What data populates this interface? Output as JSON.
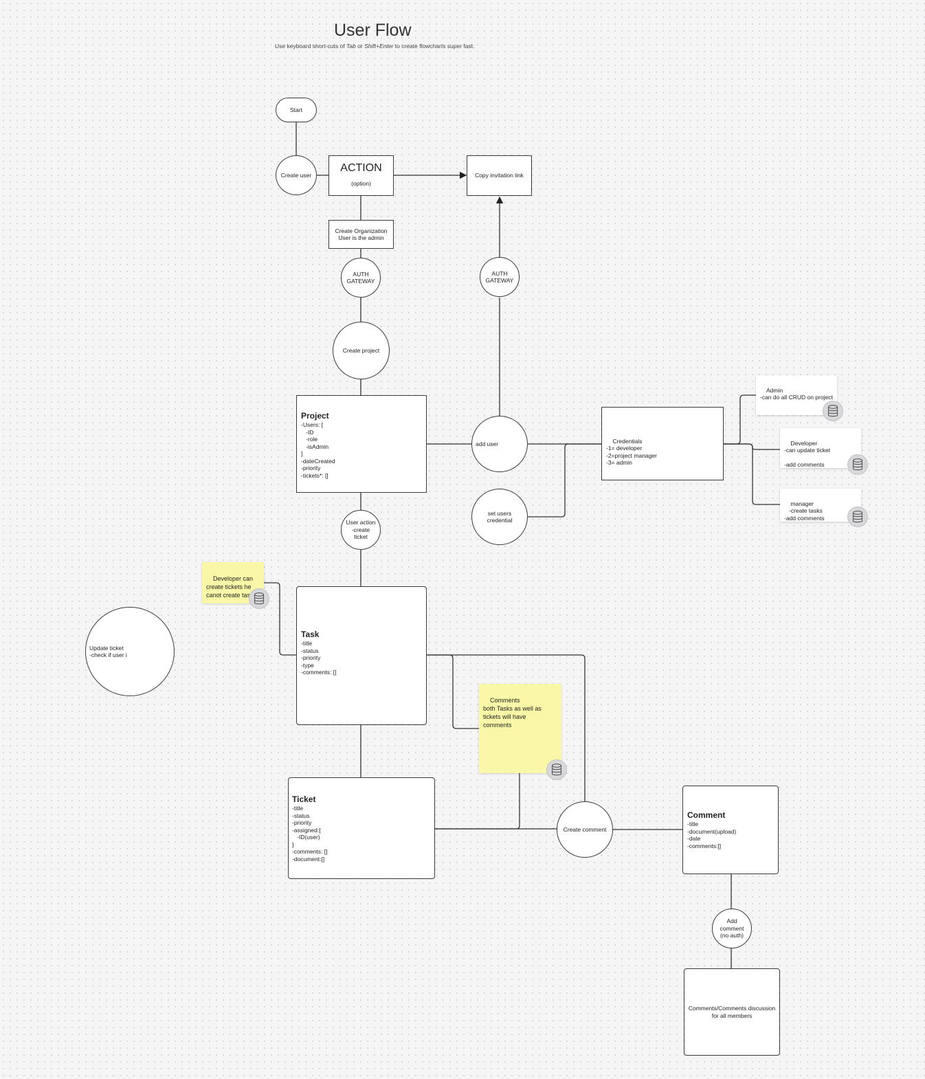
{
  "header": {
    "title": "User Flow",
    "subtitle_pre": "Use keyboard short-cuts of ",
    "subtitle_key1": "Tab",
    "subtitle_mid": " or ",
    "subtitle_key2": "Shift+Enter",
    "subtitle_post": " to create flowcharts super fast."
  },
  "nodes": {
    "start": "Start",
    "create_user": "Create user",
    "action_title": "ACTION",
    "action_sub": "(option)",
    "copy_link": "Copy invitation link",
    "create_org": "Create Organization\nUser is the admin",
    "auth_gateway_left": "AUTH\nGATEWAY",
    "auth_gateway_right": "AUTH\nGATEWAY",
    "create_project": "Create project",
    "project_title": "Project",
    "project_body": "-Users: [\n   -ID\n   -role\n   -isAdmin\n]\n-dateCreated\n-priority\n-tickets*: []",
    "add_user": "add user",
    "set_credential": "set users\ncredential",
    "credentials": "Credentials\n-1= developer\n-2=project manager\n-3= admin",
    "user_action": "User action\n-create\nticket",
    "task_title": "Task",
    "task_body": "-title\n-status\n-priority\n-type\n-comments: []",
    "ticket_title": "Ticket",
    "ticket_body": "-title\n-status\n-priority\n-assigned:[\n   -ID(user)\n]\n-comments: []\n-document:[]",
    "update_ticket": "Update ticket\n-check if user i",
    "create_comment": "Create comment",
    "comment_title": "Comment",
    "comment_body": "-title\n-document(upload)\n-date\n-comments:[]",
    "add_comment": "Add\ncomment\n(no auth)",
    "discussion": "Comments/Comments discussion\nfor all members"
  },
  "cards": {
    "admin": "Admin\n-can do all CRUD on project",
    "developer": "Developer\n-can update ticket\n\n-add comments",
    "manager": "manager\n   -create tasks\n-add comments"
  },
  "stickies": {
    "developer_note": "Developer can\ncreate tickets he\ncanot create tasks",
    "comments_note": "Comments\nboth Tasks as well as\ntickets will have\ncomments"
  },
  "icons": {
    "db": "database-icon"
  }
}
